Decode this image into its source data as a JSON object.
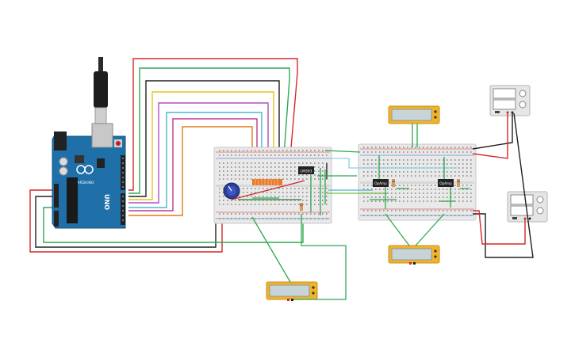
{
  "arduino": {
    "brand_label": "ARDUINO",
    "model_label": "UNO",
    "board_color": "#1f6fa8",
    "logo_symbol": "infinity-icon"
  },
  "chips": {
    "comparator_label": "LM393",
    "opamp_left_label": "OpAmp",
    "opamp_right_label": "OpAmp"
  },
  "wire_colors": {
    "red": "#d62828",
    "green": "#2fa84f",
    "black": "#202020",
    "yellow": "#e8c21a",
    "purple": "#b04fc0",
    "cyan": "#4ab8c8",
    "orange": "#e07b1a",
    "light_green": "#6cc04a",
    "light_blue": "#8fd0e0"
  },
  "instrument_colors": {
    "multimeter_body": "#f0b429",
    "multimeter_screen": "#c9d4d8",
    "supply_body": "#e6e6e6",
    "breadboard": "#e9e9e9"
  }
}
